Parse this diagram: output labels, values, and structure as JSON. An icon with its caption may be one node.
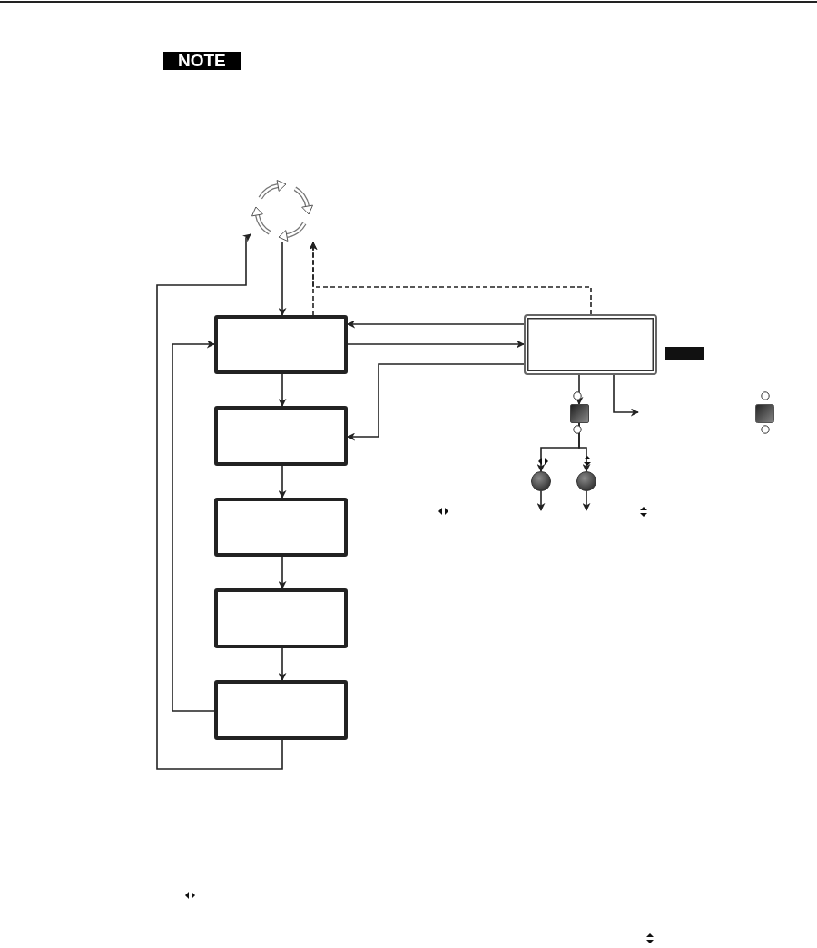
{
  "diagram": {
    "nodes": [
      {
        "text": [],
        "shape": "circle"
      },
      {
        "text": [],
        "shape": "box"
      },
      {
        "text": [],
        "shape": "box"
      },
      {
        "text": [],
        "shape": "box"
      },
      {
        "text": [],
        "shape": "box"
      },
      {
        "text": [],
        "shape": "box"
      },
      {
        "text": [],
        "shape": "box"
      },
      {
        "text": [],
        "shape": "box"
      },
      {
        "text": [],
        "shape": "circle"
      },
      {
        "text": [],
        "shape": "circle"
      }
    ],
    "edges": [
      {
        "from": 0,
        "to": 1,
        "arrow": "to"
      },
      {
        "from": 1,
        "to": 0,
        "arrow": "to",
        "style": "dashed"
      },
      {
        "from": 6,
        "to": 0,
        "arrow": "to",
        "style": "dashed"
      },
      {
        "from": 6,
        "to": 1,
        "arrow": "to"
      },
      {
        "from": 1,
        "to": 6,
        "arrow": "to"
      },
      {
        "from": 6,
        "to": 2,
        "arrow": "to"
      },
      {
        "from": 1,
        "to": 2,
        "arrow": "to"
      },
      {
        "from": 2,
        "to": 3,
        "arrow": "to"
      },
      {
        "from": 3,
        "to": 4,
        "arrow": "to"
      },
      {
        "from": 4,
        "to": 5,
        "arrow": "to"
      },
      {
        "from": 5,
        "to": 1,
        "arrow": "to"
      },
      {
        "from": 5,
        "to": 0,
        "arrow": "to"
      },
      {
        "from": 6,
        "to": 7,
        "arrow": "to"
      },
      {
        "from": 7,
        "to": 8,
        "arrow": "to"
      },
      {
        "from": 7,
        "to": 9,
        "arrow": "to"
      },
      {
        "from": 8,
        "to": null,
        "arrow": "to"
      },
      {
        "from": 9,
        "to": null,
        "arrow": "to"
      },
      {
        "from": 6,
        "to": null,
        "arrow": "to"
      }
    ],
    "labels": [
      "NOTE"
    ]
  }
}
